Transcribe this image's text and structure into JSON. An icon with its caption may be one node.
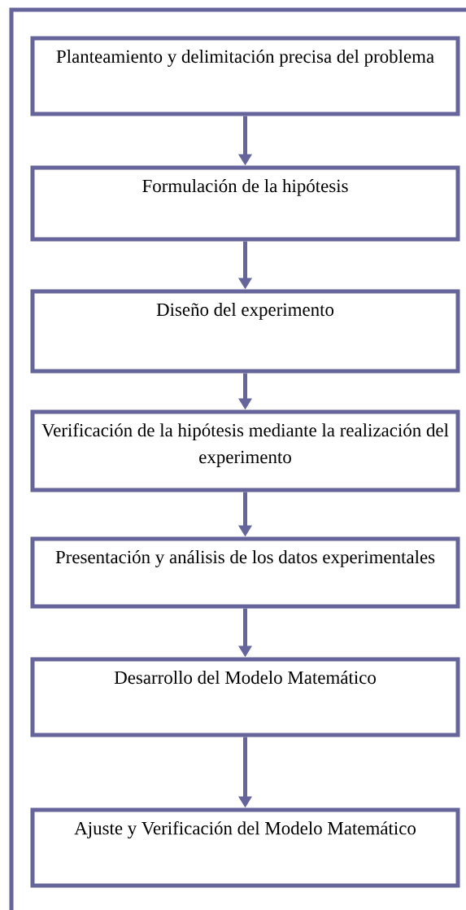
{
  "diagram": {
    "nodes": [
      {
        "text": [
          "Planteamiento y delimitación precisa del problema"
        ]
      },
      {
        "text": [
          "Formulación de la hipótesis"
        ]
      },
      {
        "text": [
          "Diseño del experimento"
        ]
      },
      {
        "text": [
          "Verificación de la hipótesis mediante la realización del experimento"
        ]
      },
      {
        "text": [
          "Presentación y análisis de los datos experimentales"
        ]
      },
      {
        "text": [
          "Desarrollo del Modelo Matemático"
        ]
      },
      {
        "text": [
          "Ajuste y Verificación del Modelo Matemático"
        ]
      }
    ],
    "edges": [
      {
        "from": 0,
        "to": 1,
        "arrow": "to"
      },
      {
        "from": 1,
        "to": 2,
        "arrow": "to"
      },
      {
        "from": 2,
        "to": 3,
        "arrow": "to"
      },
      {
        "from": 3,
        "to": 4,
        "arrow": "to"
      },
      {
        "from": 4,
        "to": 5,
        "arrow": "to"
      },
      {
        "from": 5,
        "to": 6,
        "arrow": "to"
      }
    ]
  }
}
